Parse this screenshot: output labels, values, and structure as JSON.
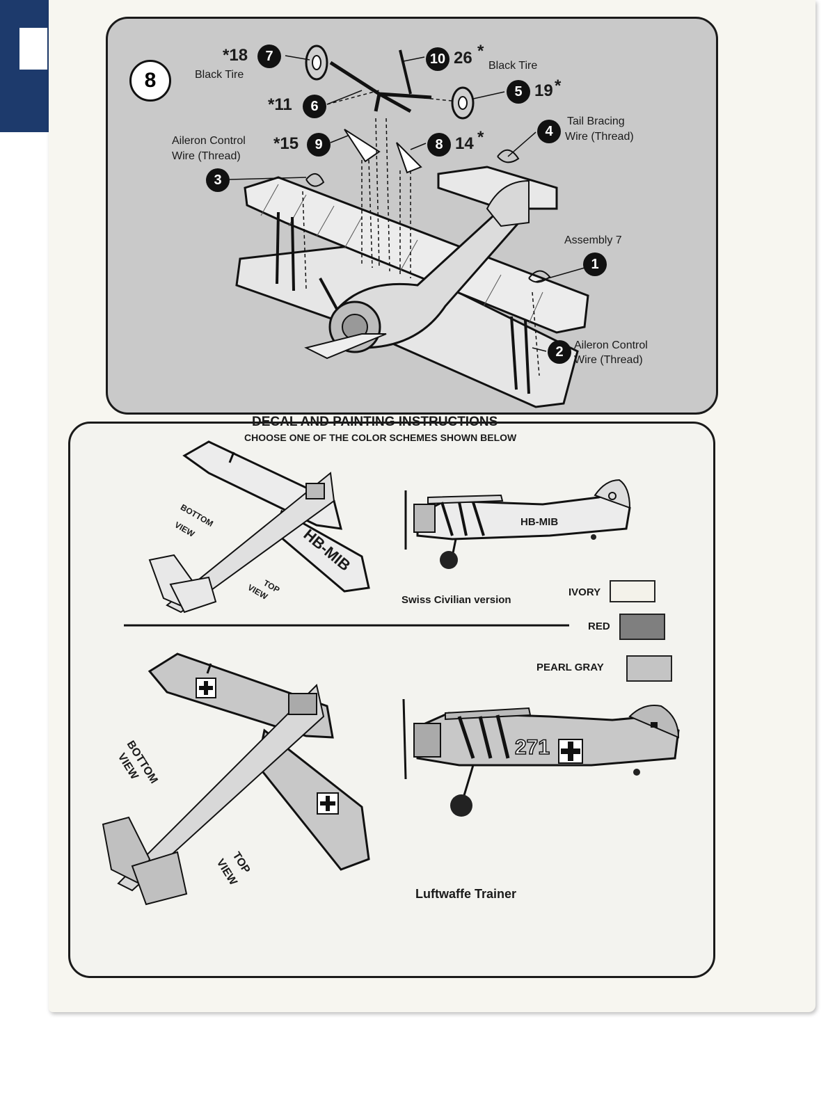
{
  "step": {
    "number": "8"
  },
  "callouts": {
    "c18": {
      "star": "*18",
      "bubble": "7"
    },
    "c26": {
      "bubble": "10",
      "num": "26",
      "star": "*"
    },
    "c11": {
      "star": "*11",
      "bubble": "6"
    },
    "c19": {
      "bubble": "5",
      "num": "19",
      "star": "*"
    },
    "c15": {
      "star": "*15",
      "bubble": "9"
    },
    "c14": {
      "bubble": "8",
      "num": "14",
      "star": "*"
    },
    "b3": "3",
    "b4": "4",
    "b1": "1",
    "b2": "2"
  },
  "labels": {
    "black_tire_left": "Black Tire",
    "black_tire_right": "Black Tire",
    "aileron_left_1": "Aileron Control",
    "aileron_left_2": "Wire (Thread)",
    "tail_bracing_1": "Tail Bracing",
    "tail_bracing_2": "Wire (Thread)",
    "assembly": "Assembly 7",
    "aileron_right_1": "Aileron Control",
    "aileron_right_2": "Wire (Thread)"
  },
  "decal": {
    "title": "DECAL AND PAINTING INSTRUCTIONS",
    "subtitle": "CHOOSE ONE OF THE COLOR SCHEMES SHOWN BELOW",
    "bottom_view_1": "BOTTOM",
    "bottom_view_2": "VIEW",
    "top_view_1": "TOP",
    "top_view_2": "VIEW",
    "reg_top": "HB-MIB",
    "reg_side": "HB-MIB",
    "swiss_caption": "Swiss Civilian version",
    "lw_bottom_1": "BOTTOM",
    "lw_bottom_2": "VIEW",
    "lw_top_1": "TOP",
    "lw_top_2": "VIEW",
    "lw_number": "271",
    "lw_caption": "Luftwaffe Trainer",
    "swatches": [
      {
        "label": "IVORY",
        "color": "#f4f2ea"
      },
      {
        "label": "RED",
        "color": "#7f7f7f"
      },
      {
        "label": "PEARL GRAY",
        "color": "#c4c4c4"
      }
    ]
  }
}
